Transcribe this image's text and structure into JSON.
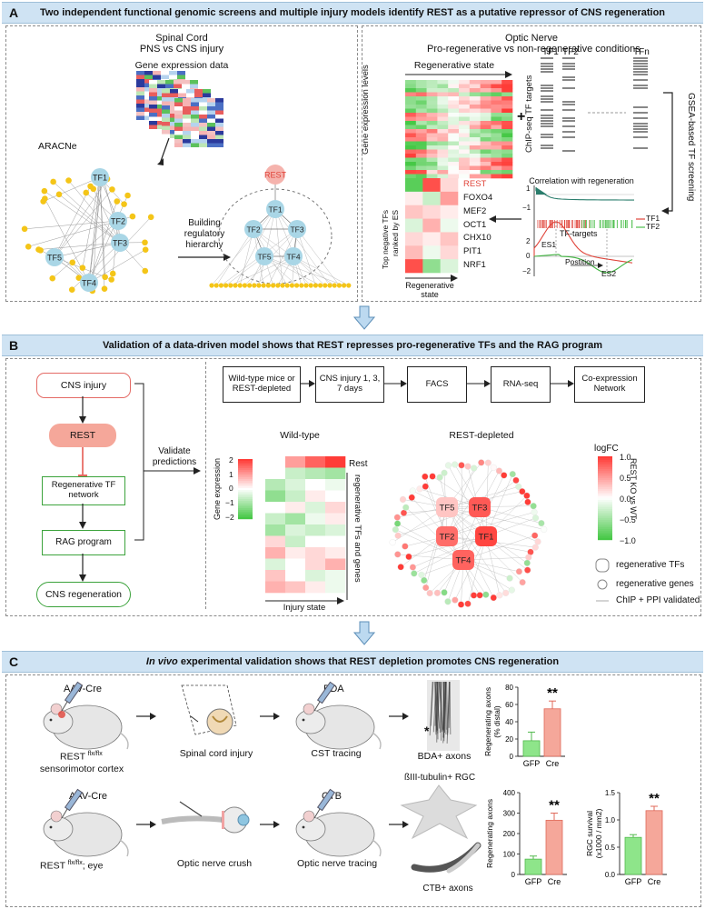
{
  "panel_a": {
    "letter": "A",
    "title": "Two independent functional genomic screens and multiple injury models identify REST as a putative repressor of CNS regeneration",
    "left": {
      "heading_line1": "Spinal Cord",
      "heading_line2": "PNS vs CNS injury",
      "gene_expression_label": "Gene expression data",
      "aracne_label": "ARACNe",
      "building_label_line1": "Building",
      "building_label_line2": "regulatory",
      "building_label_line3": "hierarchy",
      "network_nodes": [
        "TF1",
        "TF2",
        "TF3",
        "TF4",
        "TF5"
      ],
      "hierarchy_top": "REST",
      "hierarchy_nodes": [
        "TF1",
        "TF2",
        "TF3",
        "TF5",
        "TF4"
      ]
    },
    "right": {
      "heading_line1": "Optic Nerve",
      "heading_line2": "Pro-regenerative vs non-regenerative conditions",
      "regenerative_state": "Regenerative state",
      "gene_expression_levels": "Gene expression levels",
      "plus": "+",
      "tf_columns": [
        "TF1",
        "TF2",
        "TFn"
      ],
      "chip_label": "ChIP-seq TF targets",
      "gsea_label": "GSEA-based TF screening",
      "correlation_label": "Correlation with regeneration",
      "tf_targets_label": "TF-targets",
      "es1": "ES1",
      "es2": "ES2",
      "position": "Postition",
      "legend_tf1": "TF1",
      "legend_tf2": "TF2",
      "ytick_1": "1",
      "ytick_m1": "−1",
      "ytick_2": "2",
      "ytick_0": "0",
      "ytick_m2": "−2",
      "top_tfs_label_line1": "Top negative TFs",
      "top_tfs_label_line2": "ranked by ES",
      "tf_list": [
        "REST",
        "FOXO4",
        "MEF2",
        "OCT1",
        "CHX10",
        "PIT1",
        "NRF1"
      ],
      "regenerative_state_bottom_line1": "Regenerative",
      "regenerative_state_bottom_line2": "state"
    }
  },
  "panel_b": {
    "letter": "B",
    "title": "Validation of a data-driven model shows that REST represses pro-regenerative TFs and the RAG program",
    "flow": [
      "CNS injury",
      "REST",
      "Regenerative TF network",
      "RAG program",
      "CNS regeneration"
    ],
    "validate_line1": "Validate",
    "validate_line2": "predictions",
    "pipeline": [
      "Wild-type mice or REST-depleted",
      "CNS injury 1, 3, 7 days",
      "FACS",
      "RNA-seq",
      "Co-expression Network"
    ],
    "wild_type_label": "Wild-type",
    "rest_depleted_label": "REST-depleted",
    "heatmap_ylabel": "Gene expression",
    "heatmap_ticks": [
      "2",
      "1",
      "0",
      "−1",
      "−2"
    ],
    "rest_row_label": "Rest",
    "regen_bracket_label": "regenerative TFs and genes",
    "injury_state_label": "Injury state",
    "network_tfs": [
      "TF5",
      "TF3",
      "TF2",
      "TF1",
      "TF4"
    ],
    "logfc_label": "logFC",
    "logfc_axis_label": "REST KO vs WT",
    "logfc_ticks": [
      "1.0",
      "0.5",
      "0.0",
      "−0.5",
      "−1.0"
    ],
    "legend": [
      "regenerative TFs",
      "regenerative genes",
      "ChIP + PPI validated"
    ]
  },
  "panel_c": {
    "letter": "C",
    "title_italic": "In vivo",
    "title_rest": " experimental validation shows that REST depletion promotes CNS regeneration",
    "row1": {
      "aav_label": "AAV-Cre",
      "mouse_label_line1": "REST",
      "mouse_label_sup": "flx/flx",
      "mouse_label_line2": "sensorimotor cortex",
      "injury_label": "Spinal cord injury",
      "tracer_label": "BDA",
      "tracing_label": "CST tracing",
      "image_label": "BDA+ axons",
      "asterisk": "*",
      "chart_sig": "**"
    },
    "row2": {
      "aav_label": "AAV-Cre",
      "mouse_label_line1": "REST",
      "mouse_label_sup": "flx/flx",
      "mouse_label_line2": "; eye",
      "injury_label": "Optic nerve crush",
      "tracer_label": "CTB",
      "tracing_label": "Optic nerve tracing",
      "image_label_top": "ßIII-tubulin+ RGC",
      "image_label_bottom": "CTB+ axons",
      "chart2_sig": "**",
      "chart3_sig": "**"
    }
  },
  "colors": {
    "gfp": "#8ee58a",
    "cre": "#f5a79a",
    "panel_bar": "#cfe3f3",
    "rest_red": "#e0443a",
    "node_blue": "#a9d6e6",
    "node_yellow": "#f4c518"
  },
  "chart_data": [
    {
      "type": "bar",
      "categories": [
        "GFP",
        "Cre"
      ],
      "values": [
        18,
        55
      ],
      "errors": [
        10,
        9
      ],
      "ylabel": "Regenerating axons (% distal)",
      "ylim": [
        0,
        80
      ],
      "yticks": [
        "0",
        "20",
        "40",
        "60",
        "80"
      ],
      "significance": "**"
    },
    {
      "type": "bar",
      "categories": [
        "GFP",
        "Cre"
      ],
      "values": [
        75,
        265
      ],
      "errors": [
        15,
        35
      ],
      "ylabel": "Regenerating axons",
      "ylim": [
        0,
        400
      ],
      "yticks": [
        "0",
        "100",
        "200",
        "300",
        "400"
      ],
      "significance": "**"
    },
    {
      "type": "bar",
      "categories": [
        "GFP",
        "Cre"
      ],
      "values": [
        0.68,
        1.17
      ],
      "errors": [
        0.05,
        0.08
      ],
      "ylabel": "RGC survival (x1000 / mm2)",
      "ylim": [
        0,
        1.5
      ],
      "yticks": [
        "0.0",
        "0.5",
        "1.0",
        "1.5"
      ],
      "significance": "**"
    }
  ]
}
